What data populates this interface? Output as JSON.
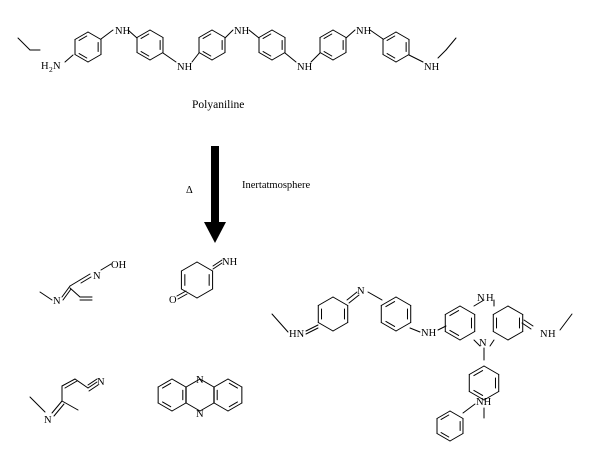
{
  "labels": {
    "polymer_name": "Polyaniline",
    "heat_symbol": "Δ",
    "condition": "Inertatmosphere"
  },
  "atoms": {
    "nh": "NH",
    "h2n_main": "H",
    "h2n_sub": "2",
    "h2n_n": "N",
    "hn": "HN",
    "n": "N",
    "h": "H",
    "oh": "OH",
    "o": "O"
  },
  "colors": {
    "ink": "#000000",
    "background": "#ffffff"
  }
}
